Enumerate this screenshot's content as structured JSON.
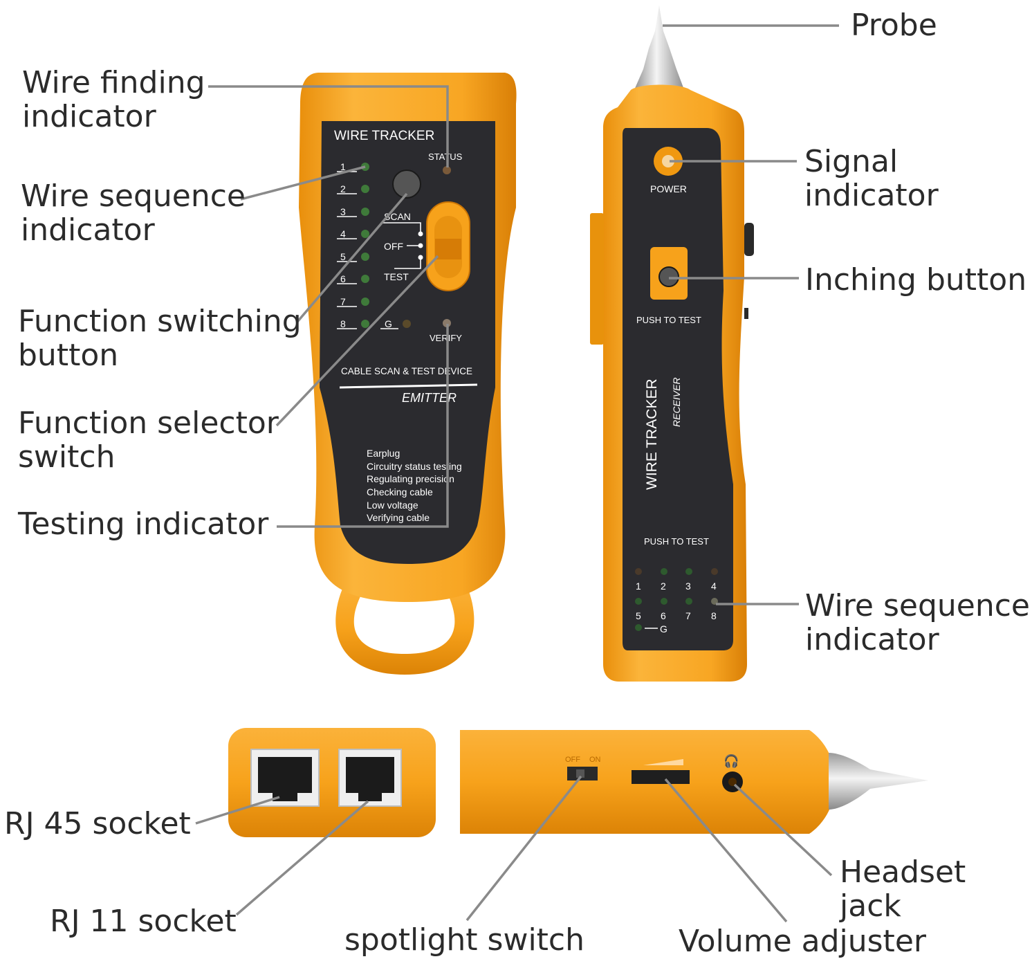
{
  "labels": {
    "probe": "Probe",
    "wire_finding_indicator": "Wire finding\nindicator",
    "wire_sequence_indicator_emitter": "Wire sequence\nindicator",
    "function_switching_button": "Function switching\nbutton",
    "function_selector_switch": "Function selector\nswitch",
    "testing_indicator": "Testing indicator",
    "signal_indicator": "Signal indicator",
    "inching_button": "Inching button",
    "wire_sequence_indicator_receiver": "Wire sequence\nindicator",
    "rj45_socket": "RJ 45 socket",
    "rj11_socket": "RJ 11 socket",
    "spotlight_switch": "spotlight switch",
    "volume_adjuster": "Volume adjuster",
    "headset_jack": "Headset jack"
  },
  "emitter": {
    "title": "WIRE TRACKER",
    "status": "STATUS",
    "wire_numbers": [
      "1",
      "2",
      "3",
      "4",
      "5",
      "6",
      "7",
      "8"
    ],
    "ground": "G",
    "scan": "SCAN",
    "off": "OFF",
    "test": "TEST",
    "verify": "VERIFY",
    "subtitle": "CABLE SCAN & TEST DEVICE",
    "emitter_label": "EMITTER",
    "features": [
      "Earplug",
      "Circuitry status testing",
      "Regulating precision",
      "Checking cable",
      "Low voltage",
      "Verifying cable"
    ]
  },
  "receiver": {
    "power": "POWER",
    "push_to_test_1": "PUSH TO TEST",
    "title": "WIRE TRACKER",
    "receiver_label": "RECEIVER",
    "push_to_test_2": "PUSH TO TEST",
    "wire_numbers": [
      "1",
      "2",
      "3",
      "4",
      "5",
      "6",
      "7",
      "8"
    ],
    "ground": "G"
  },
  "side_view": {
    "off": "OFF",
    "on": "ON"
  },
  "colors": {
    "orange": "#f7a21b",
    "orange_dark": "#dd8307",
    "panel": "#2b2b2f",
    "leader": "#8a8a8a",
    "led_green": "#3f7a3a"
  }
}
